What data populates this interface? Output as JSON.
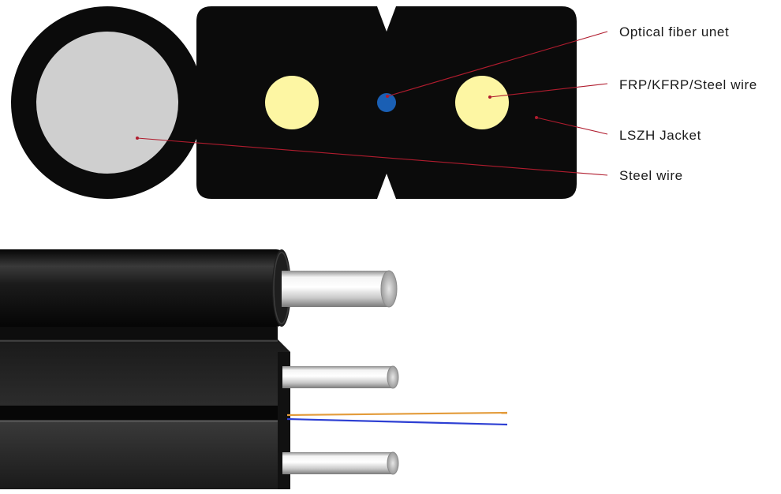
{
  "labels": {
    "optical_fiber_unit": "Optical fiber unet",
    "strength_member": "FRP/KFRP/Steel wire",
    "jacket": "LSZH Jacket",
    "steel_wire": "Steel wire"
  },
  "colors": {
    "jacket": "#0b0b0b",
    "messenger_wire": "#cfcfcf",
    "strength_member": "#fdf6a3",
    "fiber_unit": "#1a5fb4",
    "leader_line": "#b01c2e",
    "fiber_orange": "#e39b3a",
    "fiber_blue": "#2d3fd3"
  }
}
